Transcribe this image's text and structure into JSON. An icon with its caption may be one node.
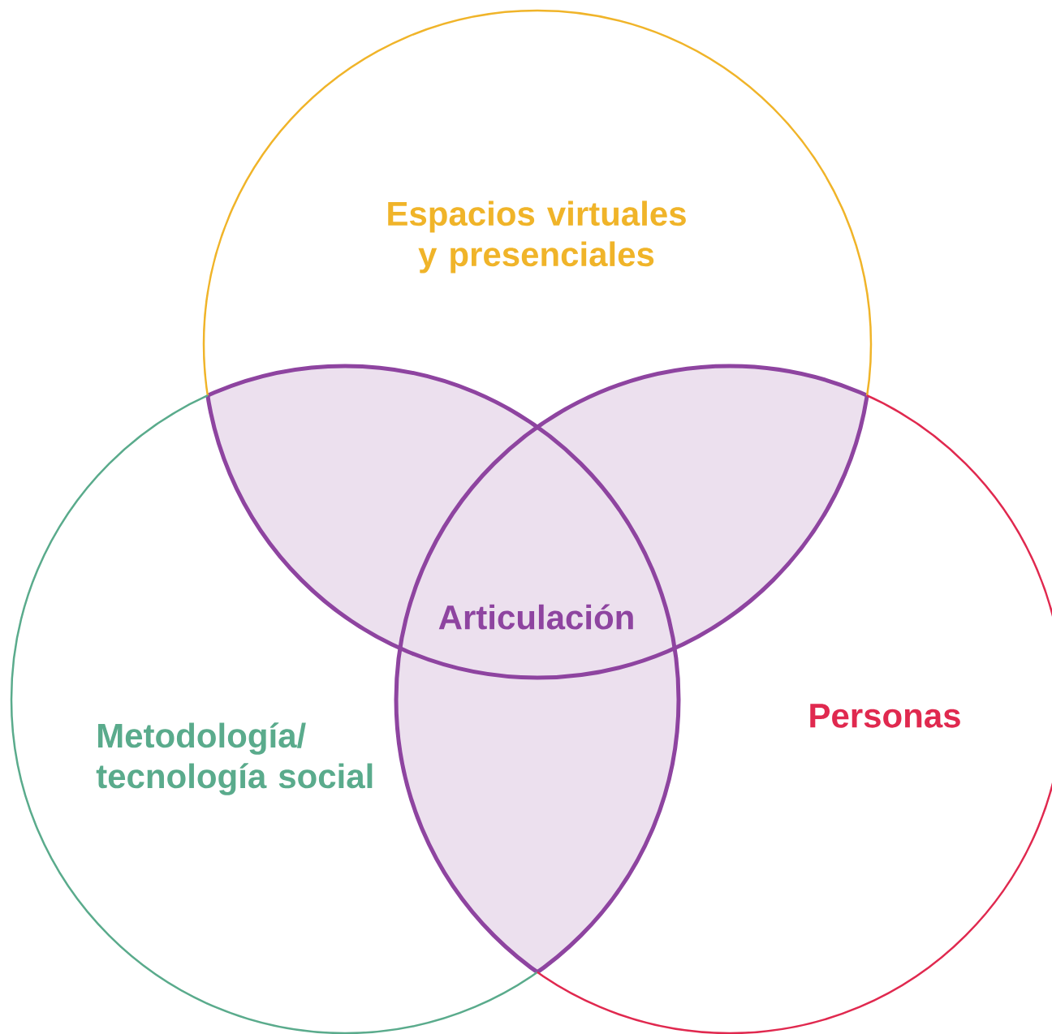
{
  "diagram": {
    "nodes": [
      {
        "text": [
          "Espacios virtuales y presenciales"
        ]
      },
      {
        "text": [
          "Metodología/ tecnología social"
        ]
      },
      {
        "text": [
          "Personas"
        ]
      },
      {
        "text": [
          "Articulación"
        ]
      }
    ]
  }
}
